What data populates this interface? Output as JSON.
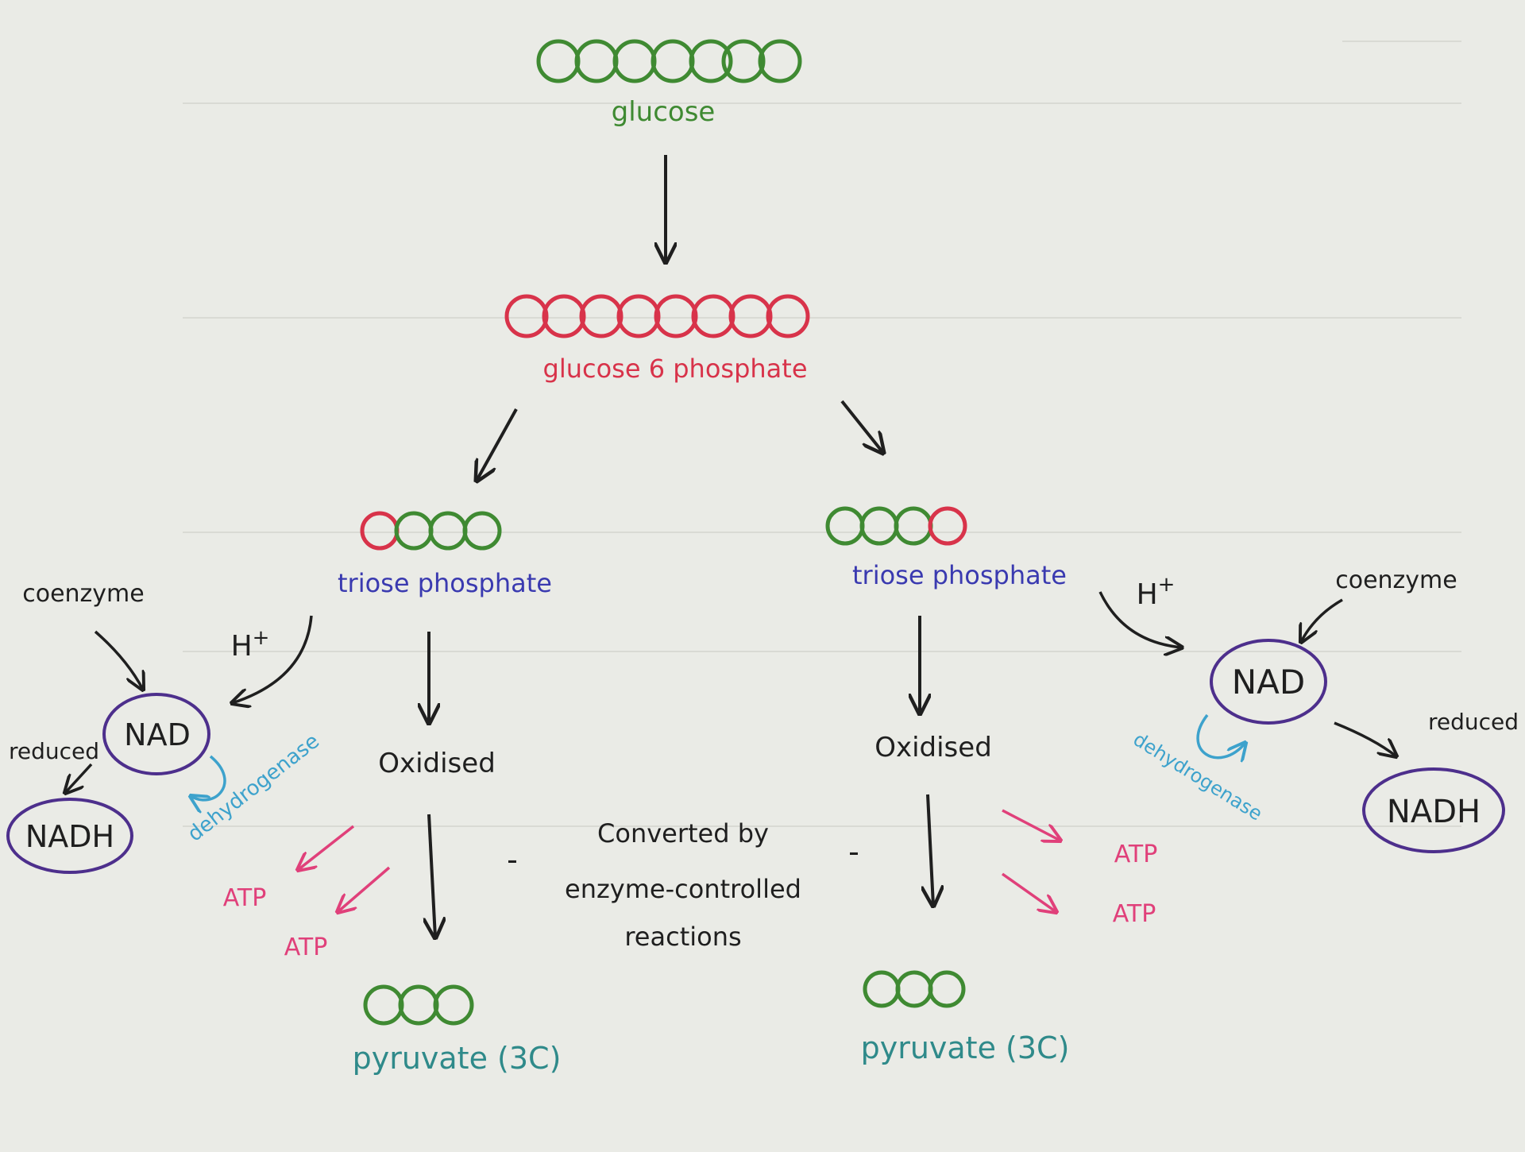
{
  "colors": {
    "paper": "#eaebe6",
    "ink": "#1f1f1f",
    "green": "#3f8a32",
    "red": "#d8334a",
    "blue_label": "#3a3ab0",
    "purple": "#4d2f8c",
    "teal": "#2f8a8a",
    "cyan": "#3da2cc",
    "magenta": "#e0407a"
  },
  "labels": {
    "glucose": "glucose",
    "g6p": "glucose 6 phosphate",
    "triose_left": "triose phosphate",
    "triose_right": "triose phosphate",
    "oxidised_left": "Oxidised",
    "oxidised_right": "Oxidised",
    "pyruvate_left": "pyruvate (3C)",
    "pyruvate_right": "pyruvate (3C)",
    "converted_line1": "Converted by",
    "converted_line2": "enzyme-controlled",
    "converted_line3": "reactions",
    "coenzyme_left": "coenzyme",
    "coenzyme_right": "coenzyme",
    "hplus_left": "H",
    "hplus_right": "H",
    "plus_sign": "+",
    "nad_left": "NAD",
    "nad_right": "NAD",
    "nadh_left": "NADH",
    "nadh_right": "NADH",
    "reduced_left": "reduced",
    "reduced_right": "reduced",
    "dehydrogenase_left": "dehydrogenase",
    "dehydrogenase_right": "dehydrogenase",
    "atp_l1": "ATP",
    "atp_l2": "ATP",
    "atp_r1": "ATP",
    "atp_r2": "ATP",
    "dash": "-"
  }
}
